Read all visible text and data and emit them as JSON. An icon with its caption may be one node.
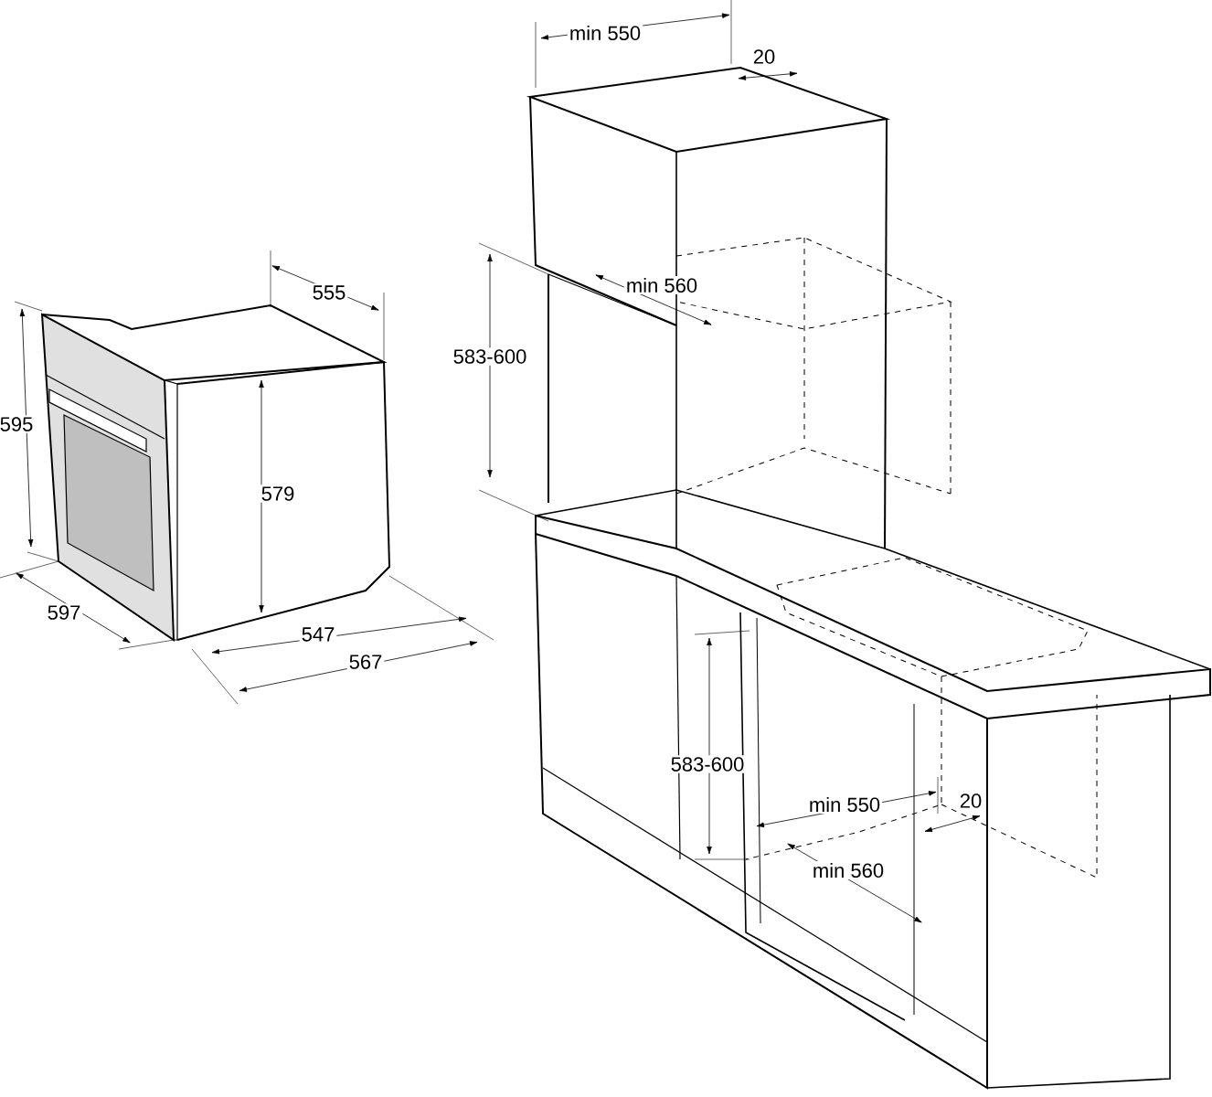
{
  "diagram": {
    "labels": [
      "min 550",
      "20",
      "min 560",
      "555",
      "583-600",
      "595",
      "579",
      "597",
      "547",
      "567",
      "583-600",
      "20",
      "min 550",
      "min 560"
    ]
  }
}
